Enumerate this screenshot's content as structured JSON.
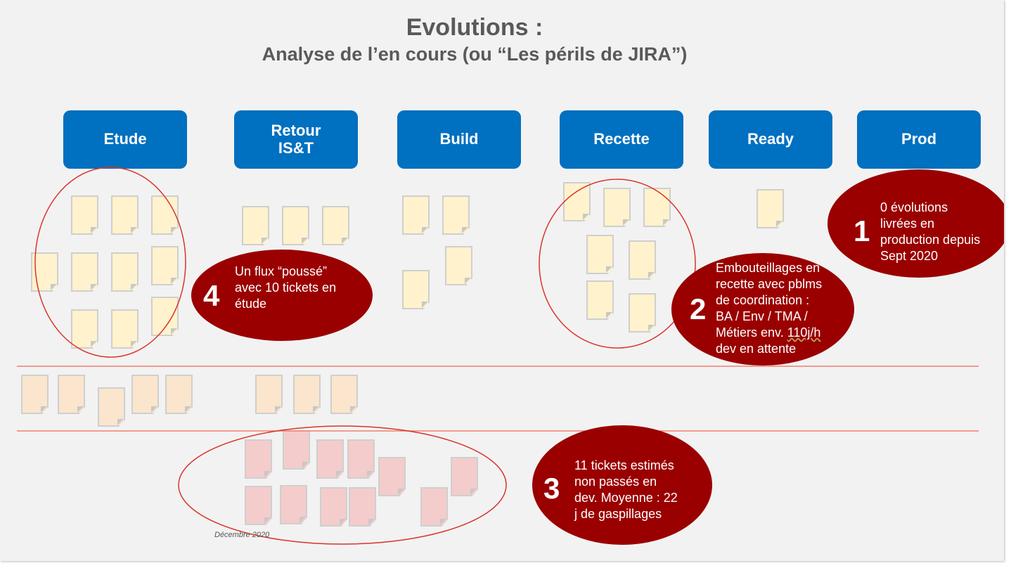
{
  "title": "Evolutions :",
  "subtitle": "Analyse de l’en cours (ou “Les périls de JIRA”)",
  "columns": [
    "Etude",
    "Retour\nIS&T",
    "Build",
    "Recette",
    "Ready",
    "Prod"
  ],
  "callouts": [
    {
      "number": "1",
      "text": "0 évolutions\nlivrées en\nproduction depuis\nSept 2020"
    },
    {
      "number": "2",
      "text_a": "Embouteillages en\nrecette avec pblms\nde coordination :\nBA / Env / TMA /\nMétiers env. ",
      "text_b": "110j/h",
      "text_c": "\ndev en attente"
    },
    {
      "number": "3",
      "text": "11 tickets estimés\nnon passés en\ndev. Moyenne : 22\nj de gaspillages"
    },
    {
      "number": "4",
      "text": "Un flux “poussé”\navec 10 tickets en\nétude"
    }
  ],
  "date": "Décembre 2020",
  "colors": {
    "column": "#0070c0",
    "callout": "#9a0000",
    "outline": "#d9342b",
    "lane": "#f08070"
  }
}
